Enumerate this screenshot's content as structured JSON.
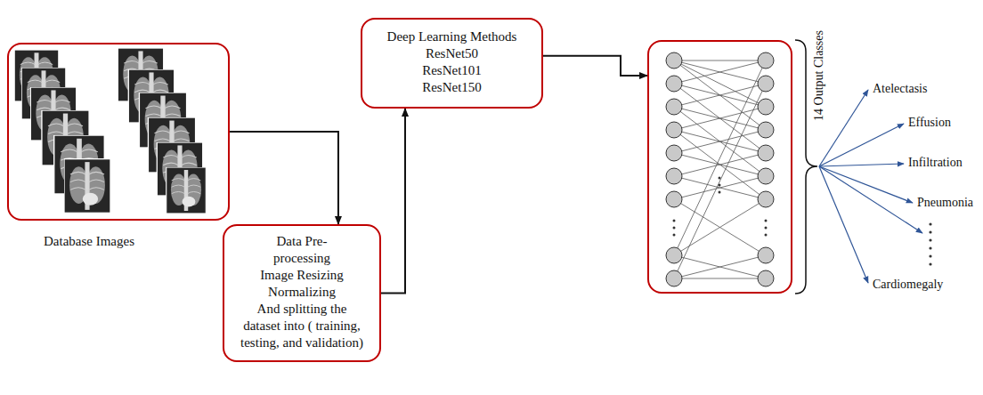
{
  "diagram": {
    "nodes": [
      {
        "text": [
          "Database Images"
        ]
      },
      {
        "text": [
          "Data Pre-processing",
          "Image Resizing",
          "Normalizing",
          "And splitting the dataset into ( training, testing, and validation)"
        ]
      },
      {
        "text": [
          "Deep Learning Methods",
          "ResNet50",
          "ResNet101",
          "ResNet150"
        ]
      },
      {
        "text": [
          "14 Output Classes"
        ]
      }
    ],
    "edges": [
      {
        "from": 0,
        "to": 1,
        "arrow": "to"
      },
      {
        "from": 1,
        "to": 2,
        "arrow": "to"
      },
      {
        "from": 2,
        "to": 3,
        "arrow": "to"
      }
    ],
    "labels": [
      "Atelectasis",
      "Effusion",
      "Infiltration",
      "Pneumonia",
      "Cardiomegaly"
    ]
  }
}
